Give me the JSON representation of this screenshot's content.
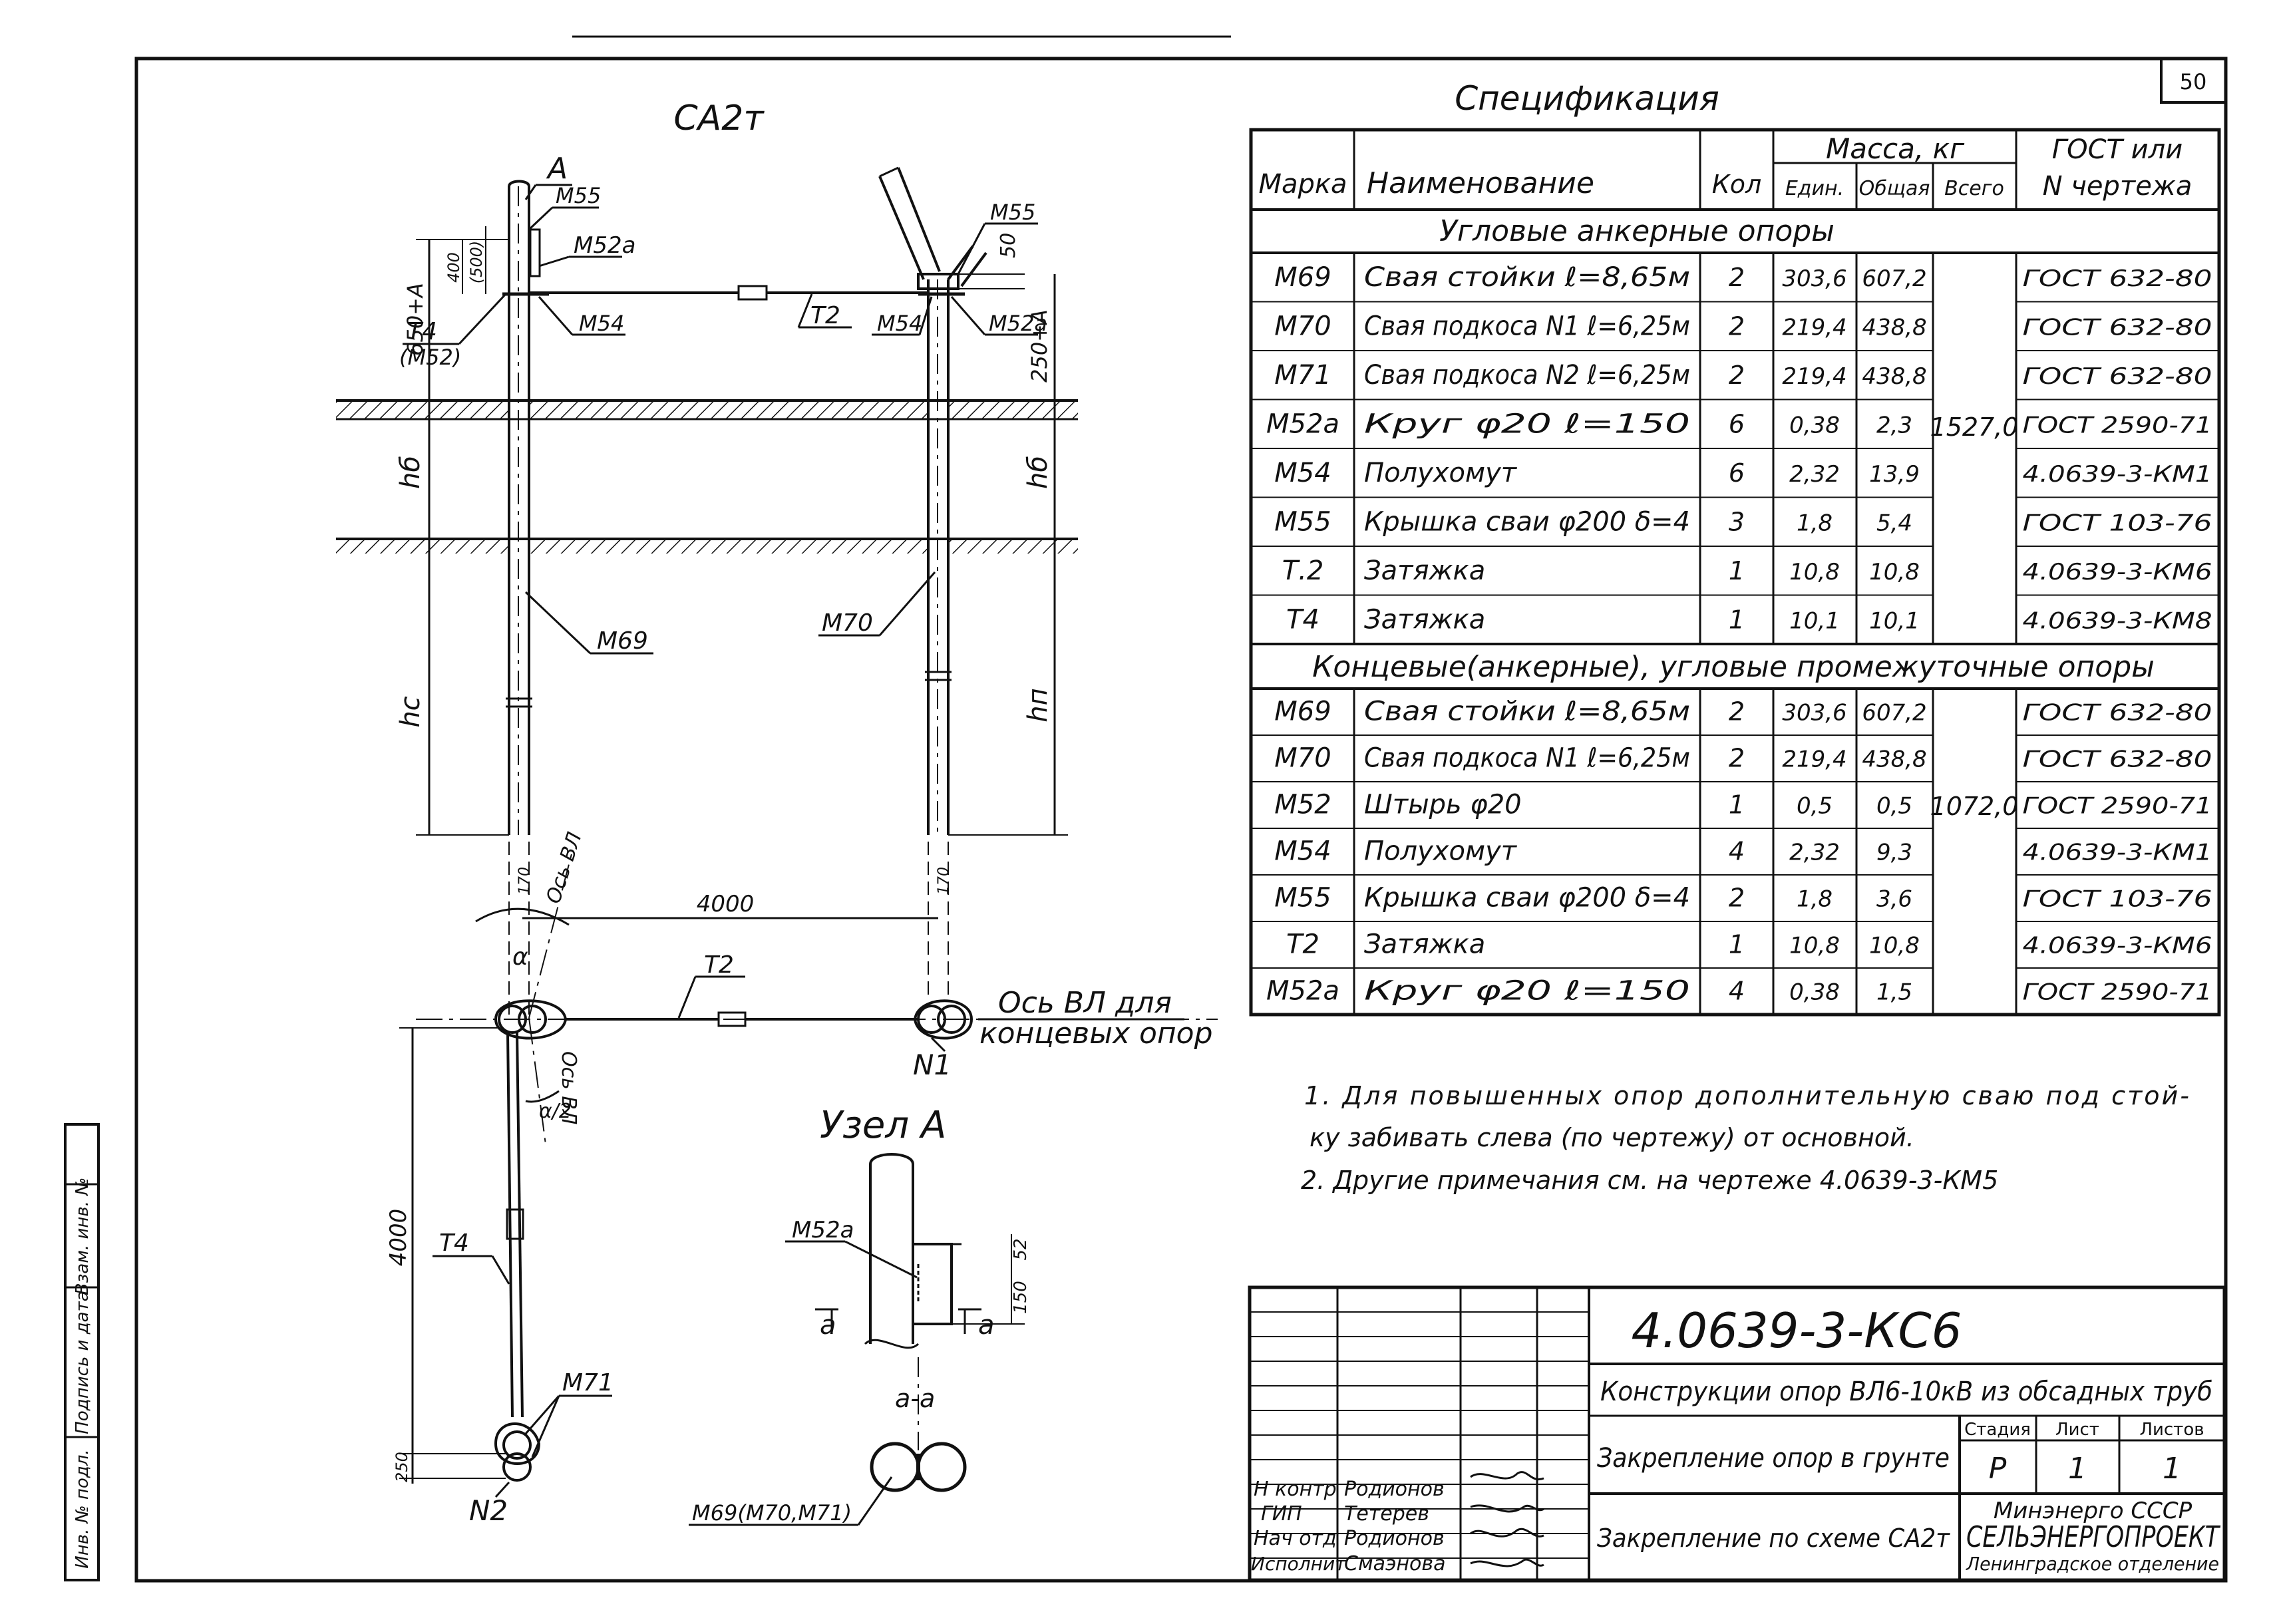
{
  "sheet_number": "50",
  "drawing": {
    "title": "СА2т",
    "labels": {
      "A": "А",
      "M55": "М55",
      "M52a": "М52а",
      "M54": "М54",
      "T2": "Т2",
      "T4": "Т4",
      "M52p": "(М52)",
      "M69": "М69",
      "M70": "М70",
      "M71": "М71",
      "N1": "N1",
      "N2": "N2",
      "ax_VL": "Ось ВЛ",
      "ax_VL_end_1": "Ось ВЛ для",
      "ax_VL_end_2": "концевых опор",
      "alpha": "α",
      "alpha_half": "α/2"
    },
    "dims": {
      "d650A": "650+А",
      "d400": "400",
      "d500p": "(500)",
      "d250A": "250+А",
      "d50": "50",
      "hb1": "hб",
      "hb2": "hб",
      "hc": "hс",
      "hp": "hп",
      "d4000h": "4000",
      "d17_1": "170",
      "d17_2": "170",
      "d4000v": "4000",
      "d250": "250"
    },
    "node": {
      "title": "Узел А",
      "M52a": "М52а",
      "a1": "а",
      "a2": "а",
      "d52": "52",
      "d150": "150",
      "section": "а-а",
      "M69b": "М69(М70,М71)"
    }
  },
  "spec": {
    "title": "Спецификация",
    "headers": {
      "mark": "Марка",
      "name": "Наименование",
      "qty": "Кол",
      "mass": "Масса, кг",
      "unit": "Един.",
      "total": "Общая",
      "all": "Всего",
      "gost1": "ГОСТ или",
      "gost2": "N чертежа"
    },
    "group1": {
      "title": "Угловые анкерные опоры",
      "sum": "1527,0",
      "rows": [
        {
          "mark": "М69",
          "name": "Свая стойки ℓ=8,65м",
          "qty": "2",
          "unit": "303,6",
          "total": "607,2",
          "gost": "ГОСТ 632-80"
        },
        {
          "mark": "М70",
          "name": "Свая подкоса N1 ℓ=6,25м",
          "qty": "2",
          "unit": "219,4",
          "total": "438,8",
          "gost": "ГОСТ 632-80"
        },
        {
          "mark": "М71",
          "name": "Свая подкоса N2 ℓ=6,25м",
          "qty": "2",
          "unit": "219,4",
          "total": "438,8",
          "gost": "ГОСТ 632-80"
        },
        {
          "mark": "М52а",
          "name": "Круг φ20 ℓ=150",
          "qty": "6",
          "unit": "0,38",
          "total": "2,3",
          "gost": "ГОСТ 2590-71"
        },
        {
          "mark": "М54",
          "name": "Полухомут",
          "qty": "6",
          "unit": "2,32",
          "total": "13,9",
          "gost": "4.0639-3-КМ1"
        },
        {
          "mark": "М55",
          "name": "Крышка сваи φ200 δ=4",
          "qty": "3",
          "unit": "1,8",
          "total": "5,4",
          "gost": "ГОСТ 103-76"
        },
        {
          "mark": "Т.2",
          "name": "Затяжка",
          "qty": "1",
          "unit": "10,8",
          "total": "10,8",
          "gost": "4.0639-3-КМ6"
        },
        {
          "mark": "Т4",
          "name": "Затяжка",
          "qty": "1",
          "unit": "10,1",
          "total": "10,1",
          "gost": "4.0639-3-КМ8"
        }
      ]
    },
    "group2": {
      "title": "Концевые(анкерные), угловые промежуточные опоры",
      "sum": "1072,0",
      "rows": [
        {
          "mark": "М69",
          "name": "Свая стойки ℓ=8,65м",
          "qty": "2",
          "unit": "303,6",
          "total": "607,2",
          "gost": "ГОСТ 632-80"
        },
        {
          "mark": "М70",
          "name": "Свая подкоса N1 ℓ=6,25м",
          "qty": "2",
          "unit": "219,4",
          "total": "438,8",
          "gost": "ГОСТ 632-80"
        },
        {
          "mark": "М52",
          "name": "Штырь φ20",
          "qty": "1",
          "unit": "0,5",
          "total": "0,5",
          "gost": "ГОСТ 2590-71"
        },
        {
          "mark": "М54",
          "name": "Полухомут",
          "qty": "4",
          "unit": "2,32",
          "total": "9,3",
          "gost": "4.0639-3-КМ1"
        },
        {
          "mark": "М55",
          "name": "Крышка сваи φ200 δ=4",
          "qty": "2",
          "unit": "1,8",
          "total": "3,6",
          "gost": "ГОСТ 103-76"
        },
        {
          "mark": "Т2",
          "name": "Затяжка",
          "qty": "1",
          "unit": "10,8",
          "total": "10,8",
          "gost": "4.0639-3-КМ6"
        },
        {
          "mark": "М52а",
          "name": "Круг φ20 ℓ=150",
          "qty": "4",
          "unit": "0,38",
          "total": "1,5",
          "gost": "ГОСТ 2590-71"
        }
      ]
    }
  },
  "notes": [
    "1. Для повышенных опор дополнительную сваю под стой-",
    "ку забивать слева (по чертежу) от основной.",
    "2. Другие примечания см. на чертеже 4.0639-3-КМ5"
  ],
  "title_block": {
    "code": "4.0639-3-КС6",
    "project": "Конструкции опор ВЛ6-10кВ из обсадных труб",
    "subject": "Закрепление опор в грунте",
    "sheet_title": "Закрепление по схеме СА2т",
    "stage_h": "Стадия",
    "sheet_h": "Лист",
    "sheets_h": "Листов",
    "stage": "Р",
    "sheet": "1",
    "sheets": "1",
    "org1": "Минэнерго СССР",
    "org2": "СЕЛЬЭНЕРГОПРОЕКТ",
    "org3": "Ленинградское отделение",
    "people": [
      {
        "role": "Н контр",
        "name": "Родионов"
      },
      {
        "role": "ГИП",
        "name": "Тетерев"
      },
      {
        "role": "Нач отд",
        "name": "Родионов"
      },
      {
        "role": "Исполнит",
        "name": "Смаэнова"
      }
    ]
  },
  "side_stamp": [
    "Инв. № подл.",
    "Подпись и дата",
    "Взам. инв. №"
  ]
}
